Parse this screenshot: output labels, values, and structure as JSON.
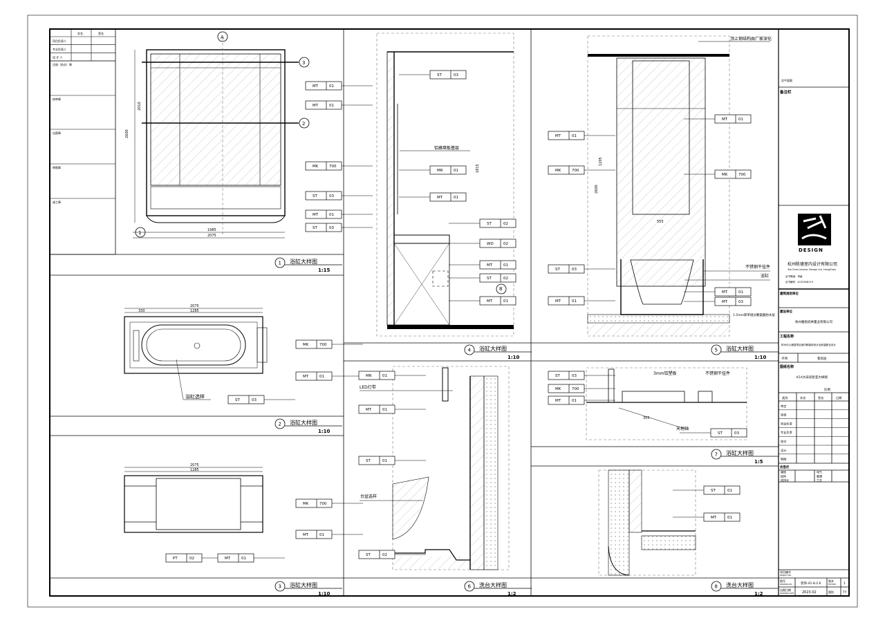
{
  "sheet": {
    "left_strip": {
      "header": [
        "实名",
        "签名"
      ],
      "rows": [
        "项目负责人",
        "专业负责人",
        "设 计 人"
      ],
      "stamps": [
        "注册（执业）章",
        "校审章",
        "出图章",
        "审图章",
        "竣工章"
      ]
    },
    "views": [
      {
        "num": "1",
        "title": "浴缸大样图",
        "scale": "1:15"
      },
      {
        "num": "2",
        "title": "浴缸大样图",
        "scale": "1:10"
      },
      {
        "num": "3",
        "title": "浴缸大样图",
        "scale": "1:10"
      },
      {
        "num": "4",
        "title": "浴缸大样图",
        "scale": "1:10"
      },
      {
        "num": "5",
        "title": "浴缸大样图",
        "scale": "1:10"
      },
      {
        "num": "6",
        "title": "洗台大样图",
        "scale": "1:2"
      },
      {
        "num": "7",
        "title": "浴缸大样图",
        "scale": "1:5"
      },
      {
        "num": "8",
        "title": "洗台大样图",
        "scale": "1:2"
      }
    ],
    "tags": {
      "v1": [
        [
          "MT",
          "01"
        ],
        [
          "MT",
          "01"
        ],
        [
          "MK",
          "700"
        ],
        [
          "ST",
          "03"
        ],
        [
          "MT",
          "01"
        ],
        [
          "ST",
          "03"
        ]
      ],
      "v2": [
        [
          "MK",
          "700"
        ],
        [
          "MT",
          "01"
        ],
        [
          "ST",
          "03"
        ]
      ],
      "v3": [
        [
          "MK",
          "700"
        ],
        [
          "MT",
          "01"
        ],
        [
          "PT",
          "02"
        ],
        [
          "MT",
          "01"
        ]
      ],
      "v4": [
        [
          "ST",
          "03"
        ],
        [
          "MR",
          "01"
        ],
        [
          "MT",
          "01"
        ],
        [
          "ST",
          "02"
        ],
        [
          "WD",
          "02"
        ],
        [
          "MT",
          "01"
        ],
        [
          "ST",
          "02"
        ],
        [
          "MT",
          "01"
        ]
      ],
      "v5": [
        [
          "MT",
          "01"
        ],
        [
          "MT",
          "01"
        ],
        [
          "MK",
          "700"
        ],
        [
          "MK",
          "700"
        ],
        [
          "ST",
          "03"
        ],
        [
          "MT",
          "01"
        ],
        [
          "MT",
          "01"
        ],
        [
          "MT",
          "03"
        ]
      ],
      "v6": [
        [
          "MR",
          "01"
        ],
        [
          "MT",
          "01"
        ],
        [
          "ST",
          "01"
        ],
        [
          "ST",
          "02"
        ]
      ],
      "v7": [
        [
          "ST",
          "03"
        ],
        [
          "MK",
          "700"
        ],
        [
          "MT",
          "01"
        ],
        [
          "ST",
          "03"
        ]
      ],
      "v8": [
        [
          "ST",
          "01"
        ],
        [
          "MT",
          "01"
        ]
      ]
    },
    "notes": {
      "v2_tub": "浴缸选样",
      "v4_base": "铝蜂窝板基层",
      "v5_steel": "顶上钢结构由厂家深化",
      "v5_hanger": "不锈钢干挂件",
      "v5_tub": "浴缸",
      "v5_waterproof": "1.5mm厚单组分聚氨酯防水层",
      "v6_led": "LED灯带",
      "v6_basin": "台盆选样",
      "v7_panel": "3mm铝塑板",
      "v7_hanger": "不锈钢干挂件",
      "v7_pivot": "天地轴"
    },
    "dims": {
      "v1_w1": "1985",
      "v1_w2": "2075",
      "v1_h": "2600",
      "v1_h2": "2010",
      "v2_w": "2075",
      "v2_w2": "1285",
      "v2_side": "330",
      "v3_w": "2075",
      "v3_w2": "1285",
      "v4_h": "1815",
      "v5_mid": "555",
      "v5_h": "2600",
      "v5_h2": "1205",
      "v7_w": "355"
    },
    "callouts": {
      "section_a": "A",
      "section_3": "3",
      "section_2": "2",
      "section_1": "1",
      "detail_8": "8"
    }
  },
  "title_block": {
    "plan_label": "总平面图",
    "remarks": "备注栏",
    "logo_text": "DESIGN",
    "company_cn": "杭州陈德室内设计有限公司",
    "company_en": "Tao Chen Interior Design Ltd. HangZhou",
    "cert_level": "证书等级：甲级",
    "cert_no": "证书编号：A130008119",
    "planning_unit": "建筑规划单位",
    "client_label": "建设单位",
    "client": "杭州雅悦武林置业有限公司",
    "project_label": "工程名称",
    "project": "杭州中心雅居项目室内精装修设计及软装配合设计",
    "sub_label": "子项",
    "sub_value": "客房层",
    "drawing_label": "图纸名称",
    "drawing_name": "K1A大床房卧室大样图",
    "scale_label": "比例",
    "sign_header": [
      "类别",
      "实名",
      "签名",
      "日期"
    ],
    "sign_rows": [
      "审定",
      "审核",
      "项目负责",
      "专业负责",
      "校对",
      "设计",
      "制图"
    ],
    "countersign": "会签栏",
    "countersign_rows": [
      [
        "建筑",
        "电气"
      ],
      [
        "结构",
        "暖通"
      ],
      [
        "给排水",
        "工艺"
      ]
    ],
    "project_no_label": "项目编号",
    "project_no_en": "PROJECT NO.",
    "drawing_no_label": "图号",
    "drawing_no_en": "DRAWING NO.",
    "drawing_no": "装饰-41-8.2.6",
    "edition_label": "版本",
    "edition_en": "EDITION",
    "edition": "1",
    "date_label": "出图日期",
    "date_en": "DRAWING DATE",
    "date": "2023.02",
    "type_label": "图别",
    "type": "TY"
  }
}
